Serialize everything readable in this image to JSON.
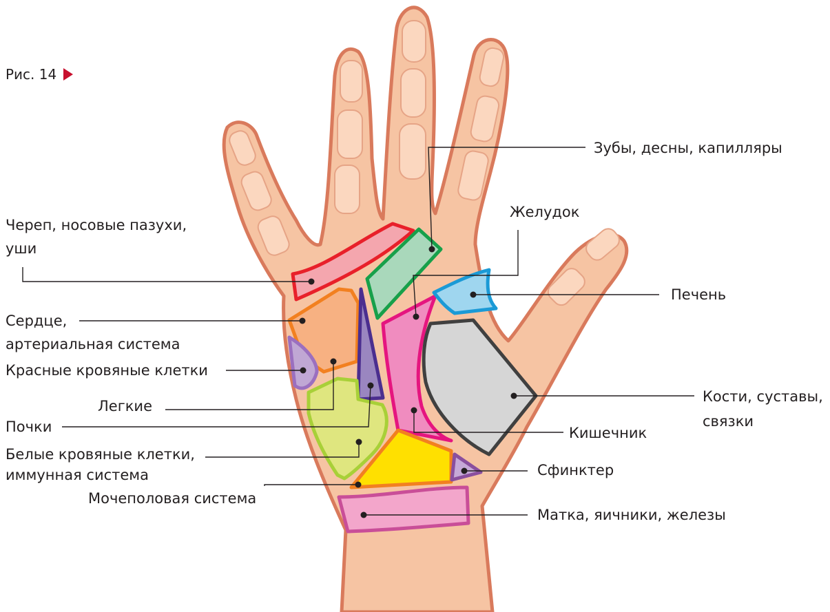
{
  "figure": {
    "label": "Рис. 14",
    "marker_icon": "triangle-right-icon",
    "marker_color": "#c8102e"
  },
  "labels": {
    "teeth": "Зубы, десны, капилляры",
    "skull_1": "Череп, носовые пазухи,",
    "skull_2": "уши",
    "stomach": "Желудок",
    "liver": "Печень",
    "heart_1": "Сердце,",
    "heart_2": "артериальная система",
    "red_cells": "Красные кровяные клетки",
    "lungs": "Легкие",
    "bones_1": "Кости, суставы,",
    "bones_2": "связки",
    "kidneys": "Почки",
    "intestine": "Кишечник",
    "white_cells_1": "Белые кровяные клетки,",
    "white_cells_2": "иммунная система",
    "sphincter": "Сфинктер",
    "urogenital": "Мочеполовая система",
    "uterus": "Матка, яичники, железы"
  },
  "colors": {
    "skin": "#f6c4a3",
    "skin_dark": "#d97a5c",
    "skin_light": "#fbd7bf",
    "leader": "#231f20",
    "skull": {
      "fill": "#f4a6ae",
      "stroke": "#e8202a"
    },
    "teeth": {
      "fill": "#a9d8bb",
      "stroke": "#17a04a"
    },
    "heart": {
      "fill": "#f7b182",
      "stroke": "#f28020"
    },
    "red_cells": {
      "fill": "#c0a7d4",
      "stroke": "#9b6fbf"
    },
    "lungs": {
      "fill": "#9a86c0",
      "stroke": "#4b2e8f"
    },
    "intestine": {
      "fill": "#f08cbf",
      "stroke": "#e5157f"
    },
    "liver": {
      "fill": "#9fd6ef",
      "stroke": "#1b9ad6"
    },
    "bones": {
      "fill": "#d6d6d6",
      "stroke": "#404040"
    },
    "white_cells": {
      "fill": "#dfe67f",
      "stroke": "#a8d038"
    },
    "urogenital": {
      "fill": "#ffe000",
      "stroke": "#f28020"
    },
    "sphincter": {
      "fill": "#c6a9d8",
      "stroke": "#8a4f9e"
    },
    "uterus": {
      "fill": "#f3a6cb",
      "stroke": "#c94e98"
    }
  }
}
